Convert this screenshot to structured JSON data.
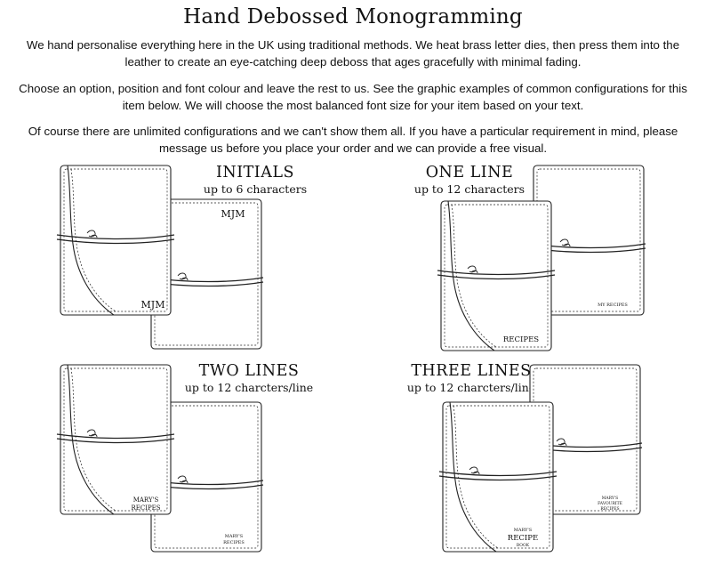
{
  "header": {
    "title": "Hand Debossed Monogramming"
  },
  "intro": {
    "paragraph_1": "We hand personalise everything here in the UK using traditional methods. We heat brass letter dies, then press them into the leather to create an eye-catching deep deboss that ages gracefully with minimal fading.",
    "paragraph_2": "Choose an option, position and font colour and leave the rest to us. See the graphic examples of common configurations for this item below. We will choose the most balanced font size for your item based on your text.",
    "paragraph_3": "Of course there are unlimited configurations and we can't show them all. If you have a particular requirement in mind, please message  us before you place your order and we can provide a free visual."
  },
  "options": [
    {
      "heading": "INITIALS",
      "sub": "up to 6 characters",
      "mono_front": "MJM",
      "mono_back": "MJM"
    },
    {
      "heading": "ONE LINE",
      "sub": "up to 12 characters",
      "mono_front": "RECIPES",
      "mono_back": "MY RECIPES"
    },
    {
      "heading": "TWO LINES",
      "sub": "up to 12 charcters/line",
      "mono_front_1": "MARY'S",
      "mono_front_2": "RECIPES",
      "mono_back_1": "MARY'S",
      "mono_back_2": "RECIPES"
    },
    {
      "heading": "THREE LINES",
      "sub": "up to 12 charcters/line",
      "mono_front_1": "MARY'S",
      "mono_front_2": "RECIPE",
      "mono_front_3": "BOOK",
      "mono_back_1": "MARY'S",
      "mono_back_2": "FAVOURITE",
      "mono_back_3": "RECIPES"
    }
  ]
}
